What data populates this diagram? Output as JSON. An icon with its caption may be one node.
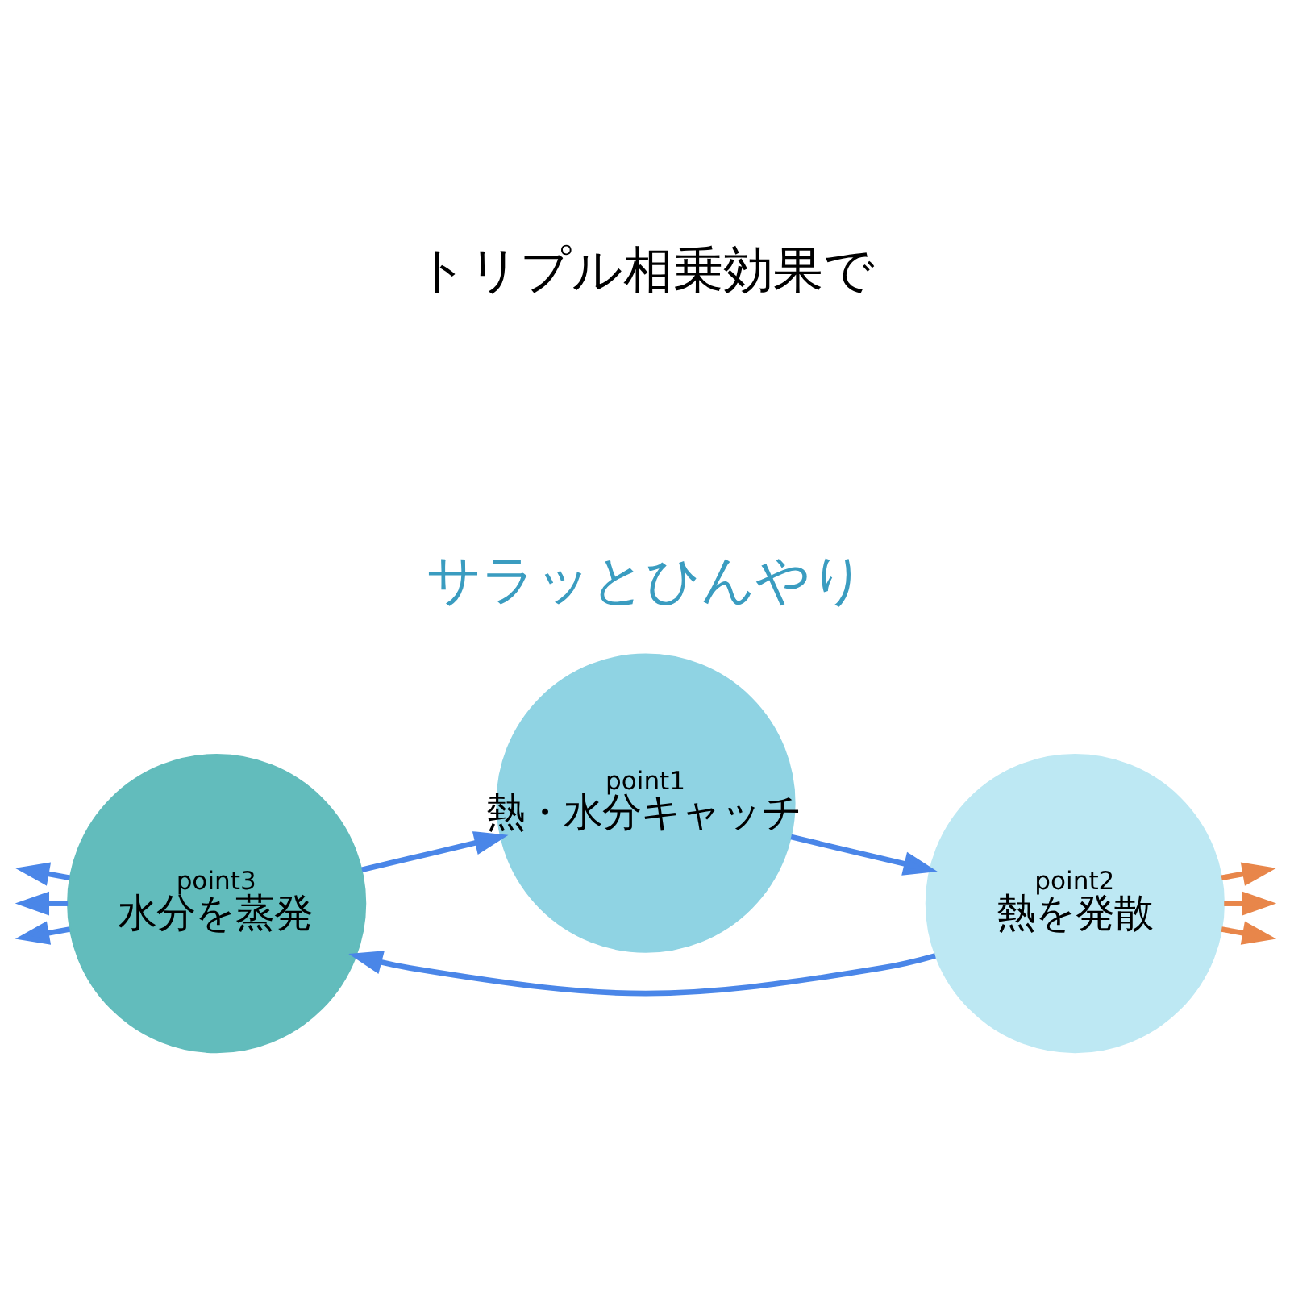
{
  "diagram": {
    "title": "トリプル相乗効果で",
    "nodes": [
      {
        "text": [
          "point1",
          "熱・水分キャッチ"
        ]
      },
      {
        "text": [
          "point2",
          "熱を発散"
        ]
      },
      {
        "text": [
          "point3",
          "水分を蒸発"
        ]
      }
    ],
    "edges": [
      {
        "from": 0,
        "to": 1,
        "arrow": "to"
      },
      {
        "from": 1,
        "to": 2,
        "arrow": "to"
      },
      {
        "from": 2,
        "to": 0,
        "arrow": "to"
      },
      {
        "from": 1,
        "to": null,
        "arrow": "to",
        "color": "#e8864a"
      },
      {
        "from": 1,
        "to": null,
        "arrow": "to",
        "color": "#e8864a"
      },
      {
        "from": 1,
        "to": null,
        "arrow": "to",
        "color": "#e8864a"
      },
      {
        "from": 2,
        "to": null,
        "arrow": "to"
      },
      {
        "from": 2,
        "to": null,
        "arrow": "to"
      },
      {
        "from": 2,
        "to": null,
        "arrow": "to"
      }
    ],
    "labels": [
      "サラッとひんやり"
    ]
  }
}
